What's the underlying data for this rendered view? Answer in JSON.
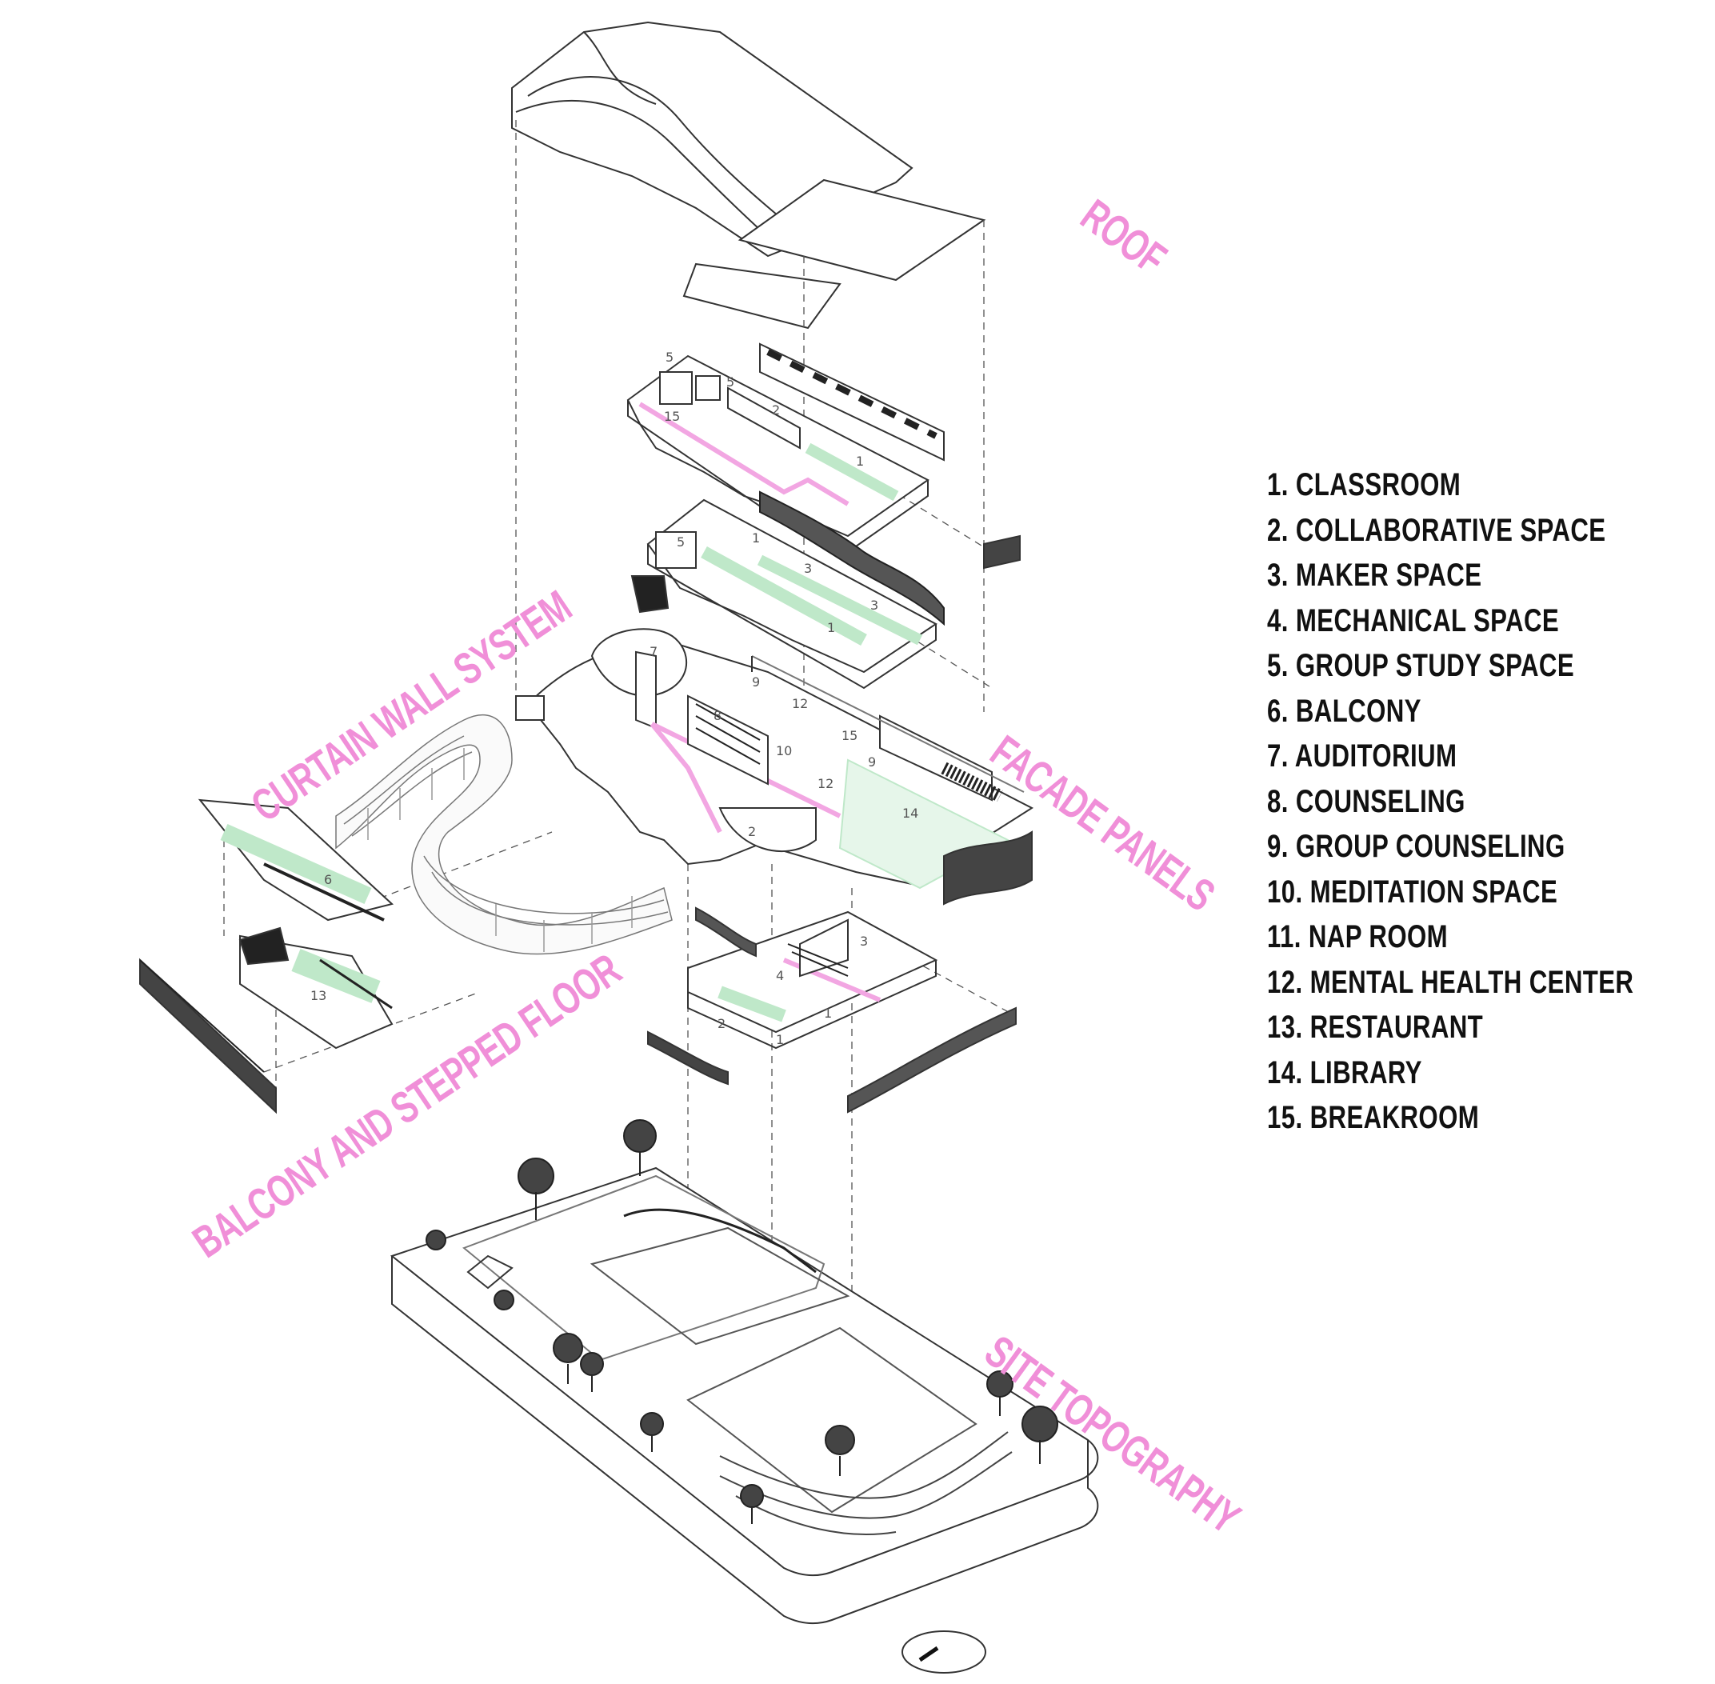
{
  "layers": {
    "roof": "ROOF",
    "curtain_wall": "CURTAIN WALL SYSTEM",
    "facade": "FACADE PANELS",
    "balcony": "BALCONY AND STEPPED FLOOR",
    "site": "SITE TOPOGRAPHY"
  },
  "legend": [
    "1. CLASSROOM",
    "2. COLLABORATIVE SPACE",
    "3. MAKER SPACE",
    "4. MECHANICAL SPACE",
    "5. GROUP STUDY SPACE",
    "6. BALCONY",
    "7. AUDITORIUM",
    "8. COUNSELING",
    "9. GROUP COUNSELING",
    "10. MEDITATION SPACE",
    "11. NAP ROOM",
    "12. MENTAL HEALTH CENTER",
    "13. RESTAURANT",
    "14. LIBRARY",
    "15. BREAKROOM"
  ],
  "room_tags": [
    "5",
    "5",
    "15",
    "2",
    "1",
    "5",
    "1",
    "3",
    "3",
    "1",
    "7",
    "9",
    "8",
    "10",
    "12",
    "15",
    "12",
    "9",
    "14",
    "2",
    "4",
    "3",
    "1",
    "2",
    "1",
    "6",
    "13"
  ],
  "colors": {
    "label_pink": "#f08fd8",
    "circulation_pink": "#f2a6e2",
    "line": "#2a2a2a",
    "green": "#bfe8c9"
  }
}
